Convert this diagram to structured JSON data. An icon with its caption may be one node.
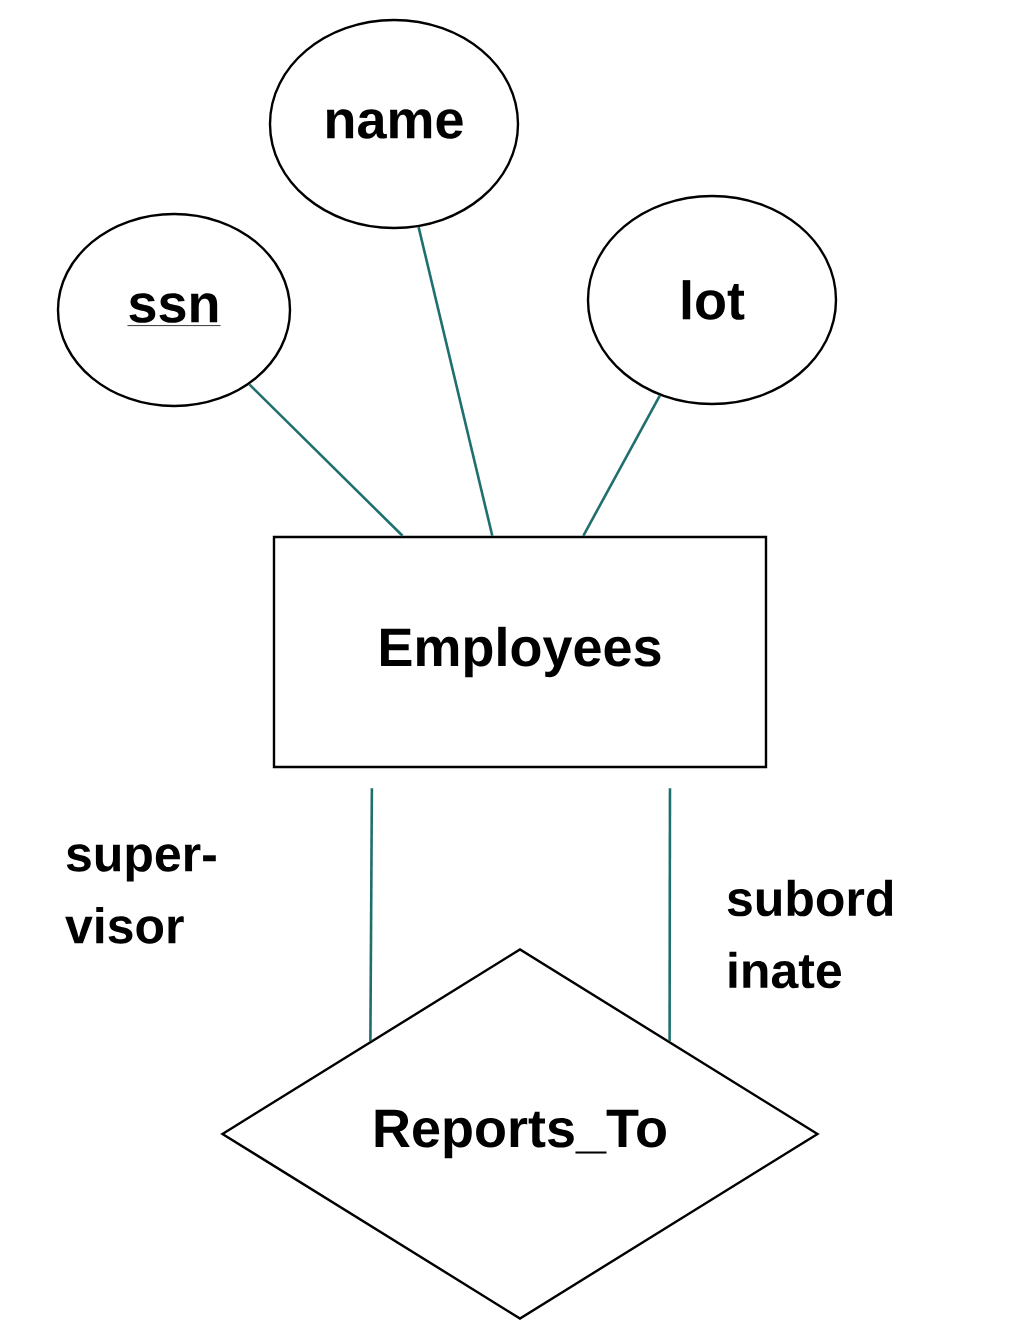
{
  "diagram": {
    "nodes": [
      {
        "text": [
          "ssn"
        ]
      },
      {
        "text": [
          "name"
        ]
      },
      {
        "text": [
          "lot"
        ]
      },
      {
        "text": [
          "Employees"
        ]
      },
      {
        "text": [
          "Reports_To"
        ]
      }
    ],
    "edges": [
      {
        "from": 0,
        "to": 3,
        "arrow": "none"
      },
      {
        "from": 1,
        "to": 3,
        "arrow": "none"
      },
      {
        "from": 2,
        "to": 3,
        "arrow": "none"
      },
      {
        "from": 3,
        "to": 4,
        "arrow": "none",
        "label": "super- visor"
      },
      {
        "from": 3,
        "to": 4,
        "arrow": "none",
        "label": "subord inate"
      }
    ]
  }
}
